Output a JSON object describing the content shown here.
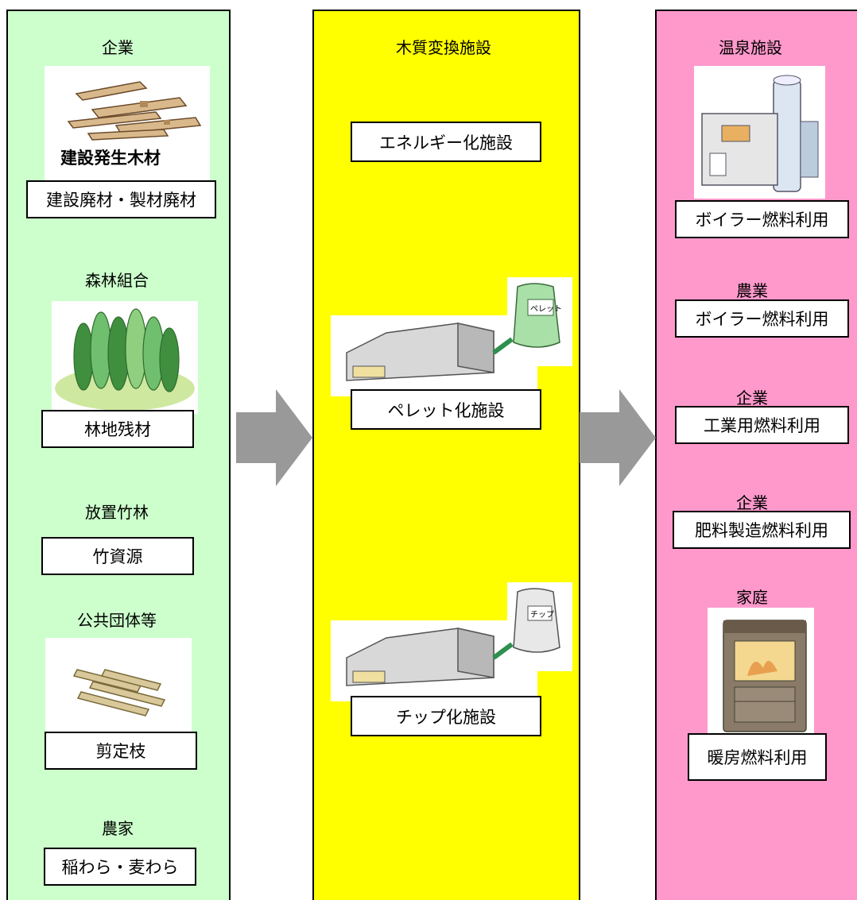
{
  "sources": {
    "company": {
      "heading": "企業",
      "caption": "建設発生木材",
      "label": "建設廃材・製材廃材",
      "image_icon": "lumber-pile-icon"
    },
    "forest_union": {
      "heading": "森林組合",
      "label": "林地残材",
      "image_icon": "forest-trees-icon"
    },
    "bamboo": {
      "heading": "放置竹林",
      "label": "竹資源"
    },
    "public": {
      "heading": "公共団体等",
      "label": "剪定枝",
      "image_icon": "pruned-branches-icon"
    },
    "farmer": {
      "heading": "農家",
      "label": "稲わら・麦わら"
    }
  },
  "conversion": {
    "heading": "木質変換施設",
    "energy": {
      "label": "エネルギー化施設"
    },
    "pellet": {
      "label": "ペレット化施設",
      "bag_text": "ペレット",
      "image_icon": "factory-with-pellet-bag-icon"
    },
    "chip": {
      "label": "チップ化施設",
      "bag_text": "チップ",
      "image_icon": "factory-with-chip-bag-icon"
    }
  },
  "uses": {
    "hot_spring": {
      "heading": "温泉施設",
      "label": "ボイラー燃料利用",
      "image_icon": "boiler-icon"
    },
    "agriculture": {
      "heading": "農業",
      "label": "ボイラー燃料利用"
    },
    "company_industrial": {
      "heading": "企業",
      "label": "工業用燃料利用"
    },
    "company_fertilizer": {
      "heading": "企業",
      "label": "肥料製造燃料利用"
    },
    "household": {
      "heading": "家庭",
      "label": "暖房燃料利用",
      "image_icon": "pellet-stove-icon"
    }
  },
  "colors": {
    "sources_bg": "#ccffcc",
    "convert_bg": "#ffff00",
    "uses_bg": "#ff99cc",
    "arrow": "#999999"
  }
}
